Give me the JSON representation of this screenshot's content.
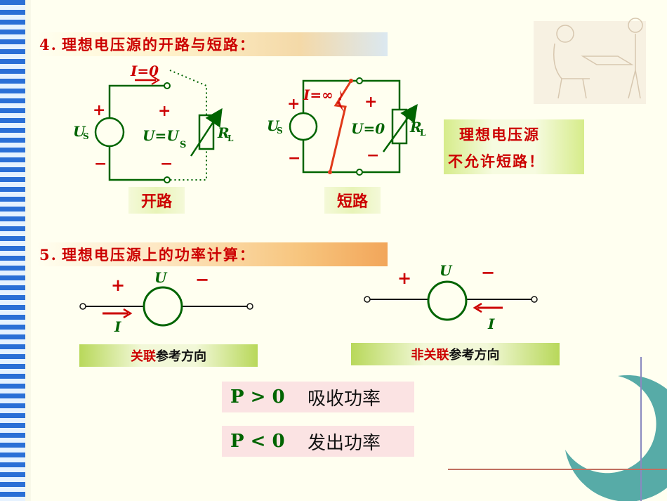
{
  "section4": {
    "number": "4.",
    "title": "理想电压源的开路与短路："
  },
  "section5": {
    "number": "5.",
    "title": "理想电压源上的功率计算："
  },
  "open_circuit": {
    "current_label": "I=0",
    "source_label": "U",
    "source_sub": "S",
    "voltage_label": "U=U",
    "voltage_sub": "S",
    "load_label": "R",
    "load_sub": "L",
    "plus": "+",
    "minus": "−",
    "caption": "开路"
  },
  "short_circuit": {
    "current_label": "I=∞",
    "source_label": "U",
    "source_sub": "S",
    "voltage_label": "U=0",
    "load_label": "R",
    "load_sub": "L",
    "plus": "+",
    "minus": "−",
    "caption": "短路"
  },
  "note": {
    "line1": "理想电压源",
    "line2": "不允许短路！"
  },
  "associated": {
    "u_label": "U",
    "i_label": "I",
    "plus": "+",
    "minus": "−",
    "caption_red": "关联",
    "caption_black": "参考方向"
  },
  "non_associated": {
    "u_label": "U",
    "i_label": "I",
    "plus": "+",
    "minus": "−",
    "caption_red": "非关联",
    "caption_black": "参考方向"
  },
  "power": [
    {
      "expr": "P > 0",
      "text": "吸收功率"
    },
    {
      "expr": "P < 0",
      "text": "发出功率"
    }
  ],
  "colors": {
    "wire": "#006400",
    "accent": "#cc0000",
    "stripe": "#2a6fd6"
  }
}
